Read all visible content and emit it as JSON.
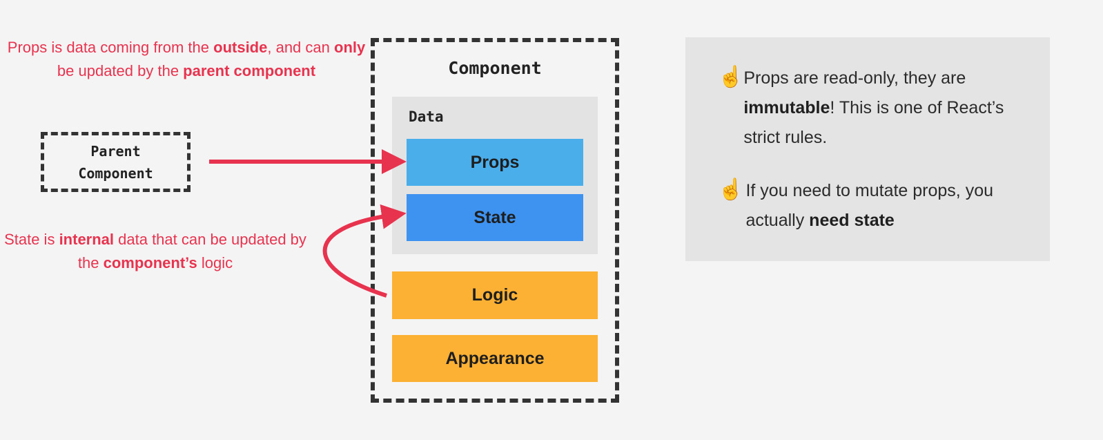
{
  "notes": {
    "props": {
      "parts": [
        {
          "text": "Props is data coming from the ",
          "bold": false
        },
        {
          "text": "outside",
          "bold": true
        },
        {
          "text": ", and can ",
          "bold": false
        },
        {
          "text": "only",
          "bold": true
        },
        {
          "text": " be updated by the ",
          "bold": false
        },
        {
          "text": "parent component",
          "bold": true
        }
      ]
    },
    "state": {
      "parts": [
        {
          "text": "State is ",
          "bold": false
        },
        {
          "text": "internal",
          "bold": true
        },
        {
          "text": " data that can be updated by the ",
          "bold": false
        },
        {
          "text": "component’s",
          "bold": true
        },
        {
          "text": " logic",
          "bold": false
        }
      ]
    }
  },
  "parent_component": {
    "label": "Parent\nComponent"
  },
  "component": {
    "title": "Component",
    "data_label": "Data",
    "blocks": {
      "props": "Props",
      "state": "State",
      "logic": "Logic",
      "appearance": "Appearance"
    }
  },
  "rules": [
    {
      "icon": "☝️",
      "parts": [
        {
          "text": "Props are read-only, they are ",
          "bold": false
        },
        {
          "text": "immutable",
          "bold": true
        },
        {
          "text": "! This is one of React’s strict rules.",
          "bold": false
        }
      ]
    },
    {
      "icon": "☝️",
      "parts": [
        {
          "text": "If you need to mutate props, you actually ",
          "bold": false
        },
        {
          "text": "need state",
          "bold": true
        }
      ]
    }
  ],
  "colors": {
    "accent_red": "#e8334f",
    "props_blue": "#4aaeeb",
    "state_blue": "#3e93f0",
    "orange": "#fcb134",
    "panel_gray": "#e3e3e3"
  }
}
